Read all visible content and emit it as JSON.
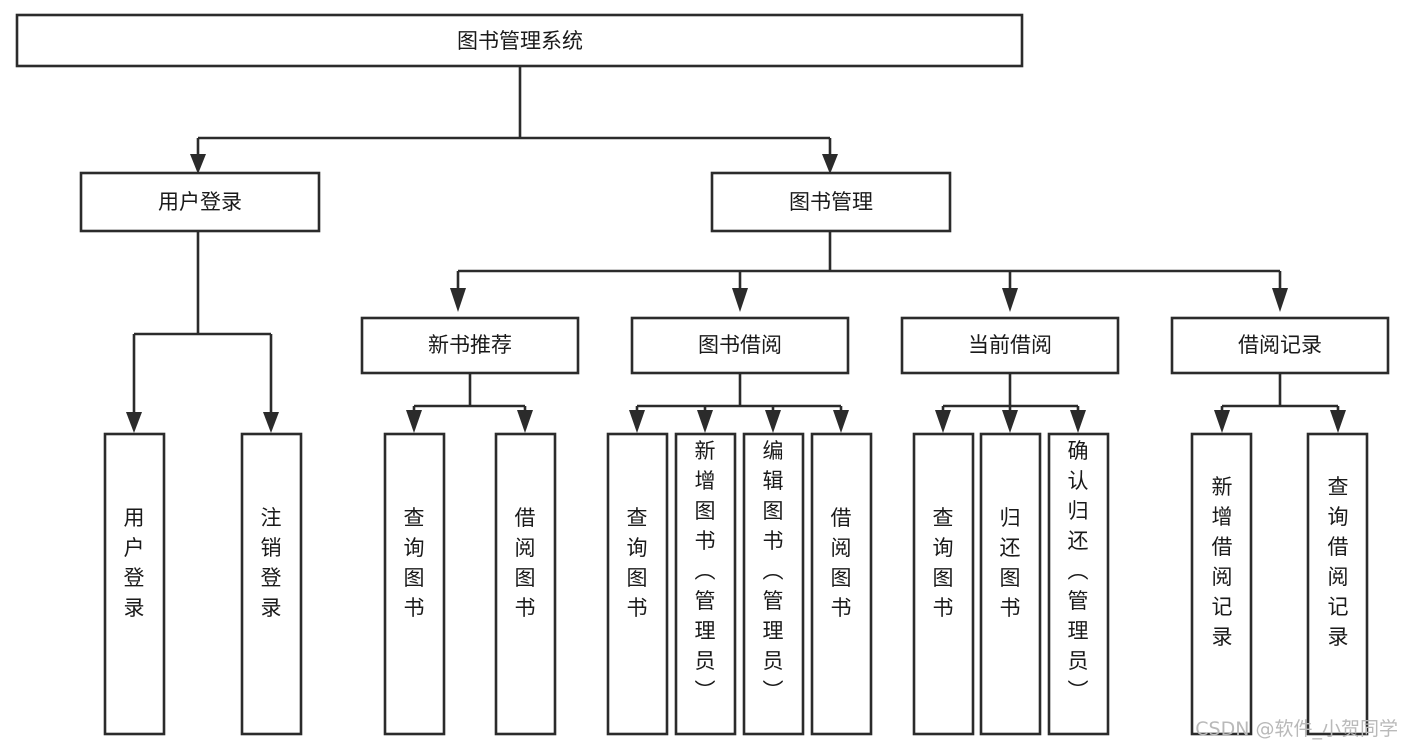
{
  "diagram": {
    "title": "图书管理系统",
    "type": "tree-hierarchy",
    "orientation": "top-down",
    "colors": {
      "box_fill": "#ffffff",
      "box_stroke": "#2b2b2b",
      "text": "#1a1a1a",
      "watermark": "#b9b9b9",
      "background": "#ffffff"
    }
  },
  "nodes": {
    "root": {
      "label": "图书管理系统",
      "level": 0,
      "orientation": "horizontal"
    },
    "level1": [
      {
        "id": "user-login",
        "label": "用户登录",
        "orientation": "horizontal"
      },
      {
        "id": "book-management",
        "label": "图书管理",
        "orientation": "horizontal"
      }
    ],
    "level2": [
      {
        "id": "new-book-recommend",
        "label": "新书推荐",
        "orientation": "horizontal"
      },
      {
        "id": "book-borrow",
        "label": "图书借阅",
        "orientation": "horizontal"
      },
      {
        "id": "current-borrow",
        "label": "当前借阅",
        "orientation": "horizontal"
      },
      {
        "id": "borrow-record",
        "label": "借阅记录",
        "orientation": "horizontal"
      }
    ],
    "leaves": {
      "user-login": [
        {
          "id": "leaf-user-login",
          "label": "用户登录",
          "orientation": "vertical"
        },
        {
          "id": "leaf-logout",
          "label": "注销登录",
          "orientation": "vertical"
        }
      ],
      "new-book-recommend": [
        {
          "id": "leaf-query-book-1",
          "label": "查询图书",
          "orientation": "vertical"
        },
        {
          "id": "leaf-borrow-book-1",
          "label": "借阅图书",
          "orientation": "vertical"
        }
      ],
      "book-borrow": [
        {
          "id": "leaf-query-book-2",
          "label": "查询图书",
          "orientation": "vertical"
        },
        {
          "id": "leaf-add-book",
          "label": "新增图书（管理员）",
          "orientation": "vertical"
        },
        {
          "id": "leaf-edit-book",
          "label": "编辑图书（管理员）",
          "orientation": "vertical"
        },
        {
          "id": "leaf-borrow-book-2",
          "label": "借阅图书",
          "orientation": "vertical"
        }
      ],
      "current-borrow": [
        {
          "id": "leaf-query-book-3",
          "label": "查询图书",
          "orientation": "vertical"
        },
        {
          "id": "leaf-return-book",
          "label": "归还图书",
          "orientation": "vertical"
        },
        {
          "id": "leaf-confirm-return",
          "label": "确认归还（管理员）",
          "orientation": "vertical"
        }
      ],
      "borrow-record": [
        {
          "id": "leaf-add-record",
          "label": "新增借阅记录",
          "orientation": "vertical"
        },
        {
          "id": "leaf-query-record",
          "label": "查询借阅记录",
          "orientation": "vertical"
        }
      ]
    }
  },
  "watermark": {
    "text": "CSDN @软件_小贺同学"
  }
}
